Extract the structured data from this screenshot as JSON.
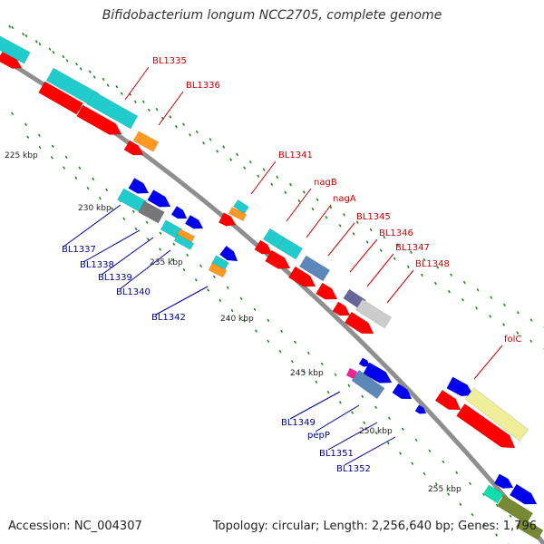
{
  "title": "Bifidobacterium longum NCC2705, complete genome",
  "footer": {
    "accession": "Accession: NC_004307",
    "topology": "Topology: circular; Length: 2,256,640 bp; Genes: 1,796"
  },
  "colors": {
    "backbone": "#8f8f8f",
    "forward_label": "#cc0000",
    "reverse_label": "#000099",
    "tick_dots": "#1e8a1e",
    "red": "#ff0000",
    "cyan": "#22cccc",
    "orange": "#ff9922",
    "blue": "#0000ee",
    "grey": "#777777",
    "steel": "#5b88b8",
    "slate": "#666699",
    "light_grey": "#cccccc",
    "khaki": "#eeee99",
    "magenta": "#ee2299",
    "mint": "#11ddaa",
    "olive": "#778833"
  },
  "ticks": [
    "225 kbp",
    "230 kbp",
    "235 kbp",
    "240 kbp",
    "245 kbp",
    "250 kbp",
    "255 kbp"
  ],
  "forward_labels": [
    "BL1335",
    "BL1336",
    "BL1341",
    "nagB",
    "nagA",
    "BL1345",
    "BL1346",
    "BL1347",
    "BL1348",
    "folC"
  ],
  "reverse_labels": [
    "BL1337",
    "BL1338",
    "BL1339",
    "BL1340",
    "BL1342",
    "BL1349",
    "pepP",
    "BL1351",
    "BL1352"
  ]
}
